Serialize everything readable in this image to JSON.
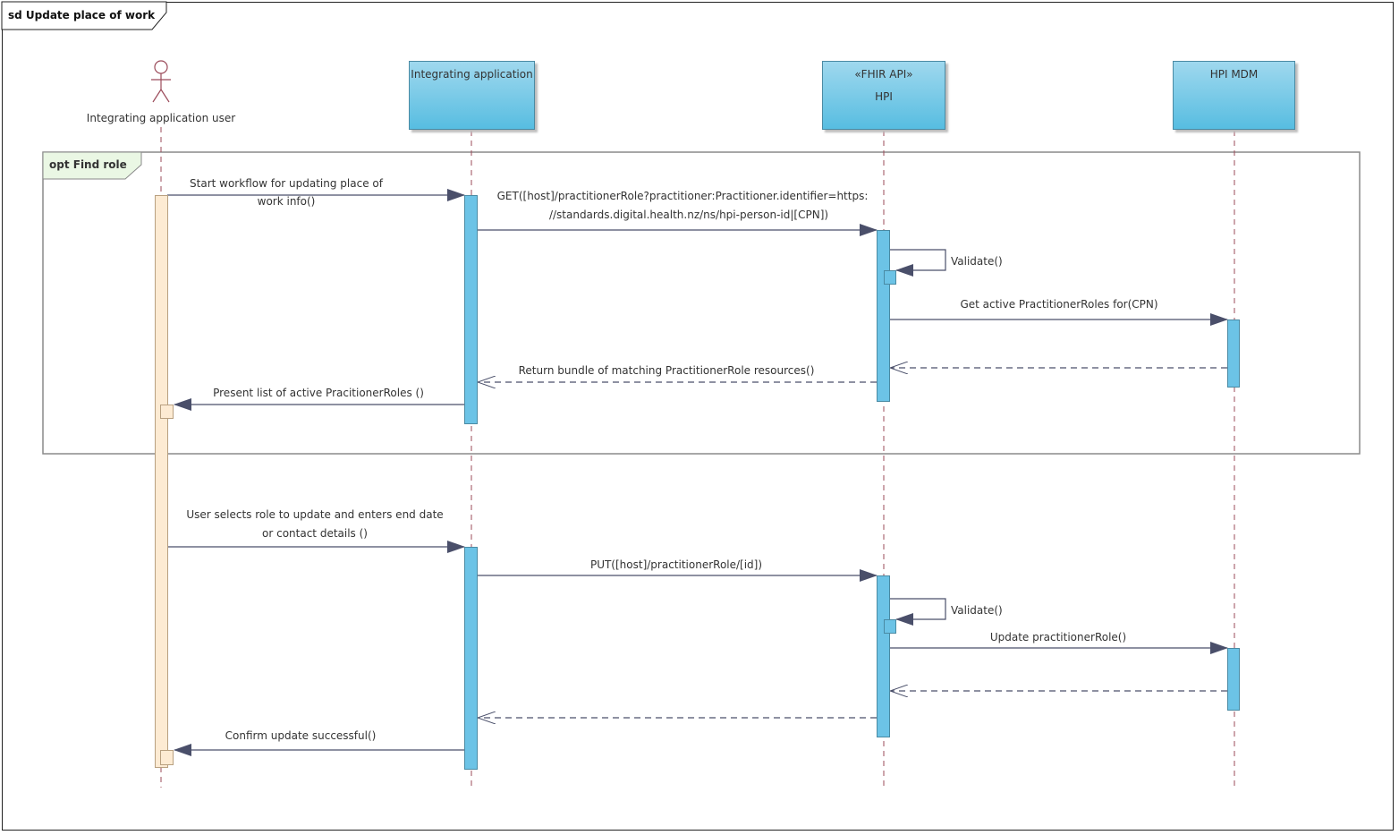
{
  "diagram": {
    "title": "sd Update place of work",
    "fragment_label": "opt Find role",
    "actors": {
      "user": "Integrating application user",
      "app": "Integrating application",
      "hpi_stereotype": "«FHIR API»",
      "hpi": "HPI",
      "mdm": "HPI MDM"
    },
    "messages": {
      "m1_line1": "Start workflow for updating place of",
      "m1_line2": "work info()",
      "m2_line1": "GET([host]/practitionerRole?practitioner:Practitioner.identifier=https:",
      "m2_line2": "//standards.digital.health.nz/ns/hpi-person-id|[CPN])",
      "m3": "Validate()",
      "m4": "Get active PractitionerRoles for(CPN)",
      "m5": "Return bundle of matching PractitionerRole resources()",
      "m6": "Present list of active PracitionerRoles ()",
      "m7_line1": "User selects role to update and enters end date",
      "m7_line2": "or contact details ()",
      "m8": "PUT([host]/practitionerRole/[id])",
      "m9": "Validate()",
      "m10": "Update practitionerRole()",
      "m11": "Confirm update successful()"
    }
  }
}
